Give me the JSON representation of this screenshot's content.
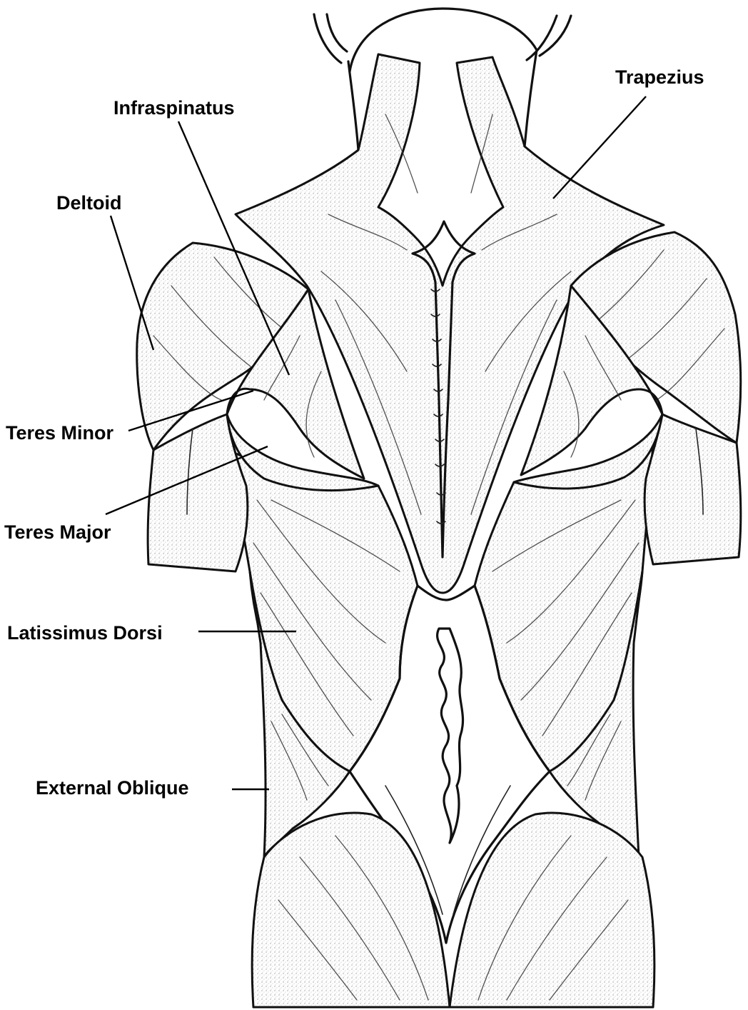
{
  "labels": {
    "trapezius": "Trapezius",
    "infraspinatus": "Infraspinatus",
    "deltoid": "Deltoid",
    "teres_minor": "Teres Minor",
    "teres_major": "Teres Major",
    "latissimus_dorsi": "Latissimus Dorsi",
    "external_oblique": "External Oblique"
  },
  "colors": {
    "background": "#ffffff",
    "line": "#111111",
    "muscle_stipple": "#d2d2d2"
  }
}
